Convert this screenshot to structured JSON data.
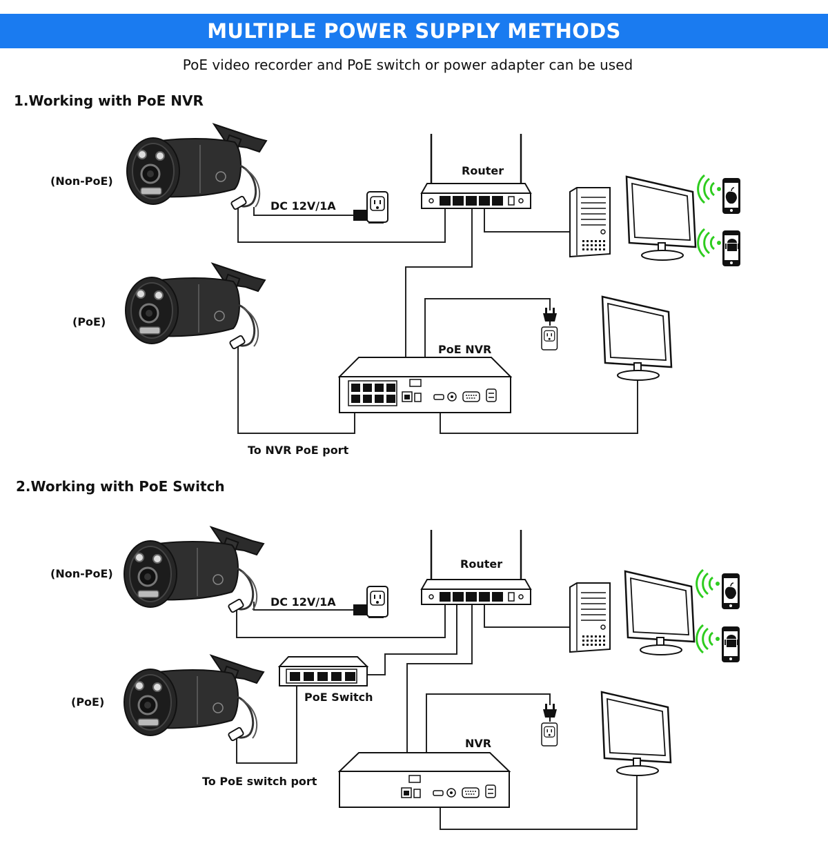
{
  "header": {
    "title": "MULTIPLE POWER SUPPLY METHODS",
    "subtitle": "PoE video recorder and PoE switch or power adapter can be used"
  },
  "section1": {
    "title": "1.Working with PoE NVR",
    "camera_nonpoe_label": "(Non-PoE)",
    "camera_poe_label": "(PoE)",
    "dc_label": "DC 12V/1A",
    "router_label": "Router",
    "nvr_label": "PoE NVR",
    "port_label": "To NVR PoE port"
  },
  "section2": {
    "title": "2.Working with PoE Switch",
    "camera_nonpoe_label": "(Non-PoE)",
    "camera_poe_label": "(PoE)",
    "dc_label": "DC 12V/1A",
    "router_label": "Router",
    "switch_label": "PoE Switch",
    "nvr_label": "NVR",
    "port_label": "To PoE switch port"
  },
  "colors": {
    "banner": "#1a7bf0",
    "wifi": "#2ecc1f",
    "line": "#222222",
    "camera": "#2b2b2b"
  },
  "icons": [
    "bullet-camera-icon",
    "wall-outlet-icon",
    "power-plug-icon",
    "router-icon",
    "pc-tower-icon",
    "monitor-icon",
    "iphone-icon",
    "android-phone-icon",
    "wifi-signal-icon",
    "nvr-icon",
    "poe-switch-icon"
  ]
}
